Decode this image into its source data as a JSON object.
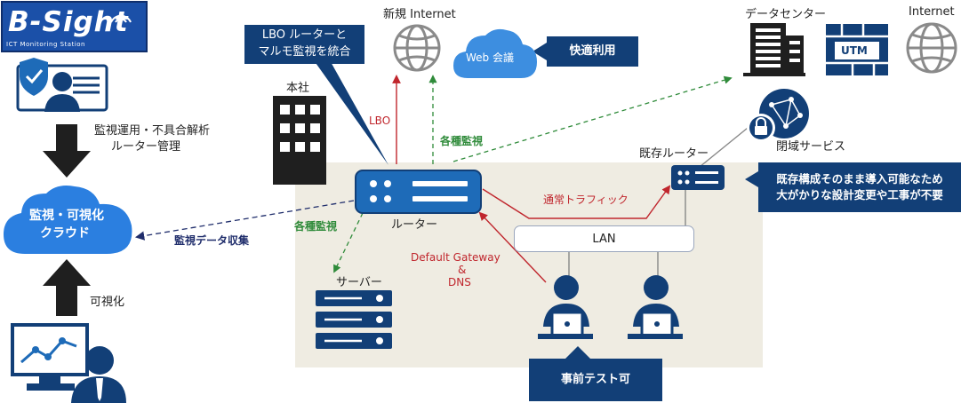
{
  "brand": {
    "logo_text": "B-Sight",
    "logo_sub": "ICT Monitoring Station"
  },
  "left": {
    "ops_label_1": "監視運用・不具合解析",
    "ops_label_2": "ルーター管理",
    "cloud_line_1": "監視・可視化",
    "cloud_line_2": "クラウド",
    "visualize_label": "可視化"
  },
  "callouts": {
    "lbo_line_1": "LBO ルーターと",
    "lbo_line_2": "マルモ監視を統合",
    "comfort": "快適利用",
    "existing_line_1": "既存構成そのまま導入可能なため",
    "existing_line_2": "大がかりな設計変更や工事が不要",
    "pretest": "事前テスト可"
  },
  "nodes": {
    "new_internet": "新規 Internet",
    "web_meeting": "Web 会議",
    "hq": "本社",
    "router": "ルーター",
    "server": "サーバー",
    "existing_router": "既存ルーター",
    "lan": "LAN",
    "datacenter": "データセンター",
    "utm": "UTM",
    "internet": "Internet",
    "closed_service": "閉域サービス"
  },
  "links": {
    "lbo": "LBO",
    "monitoring_up": "各種監視",
    "monitoring_down": "各種監視",
    "normal_traffic": "通常トラフィック",
    "default_gateway": "Default Gateway",
    "amp": "&",
    "dns": "DNS",
    "monitoring_data": "監視データ収集"
  },
  "colors": {
    "navy": "#123f77",
    "blue": "#1e6bb8",
    "cloud_blue": "#2b7fe0",
    "red": "#c0262d",
    "green": "#2f8b3a",
    "panel": "#efece2"
  }
}
